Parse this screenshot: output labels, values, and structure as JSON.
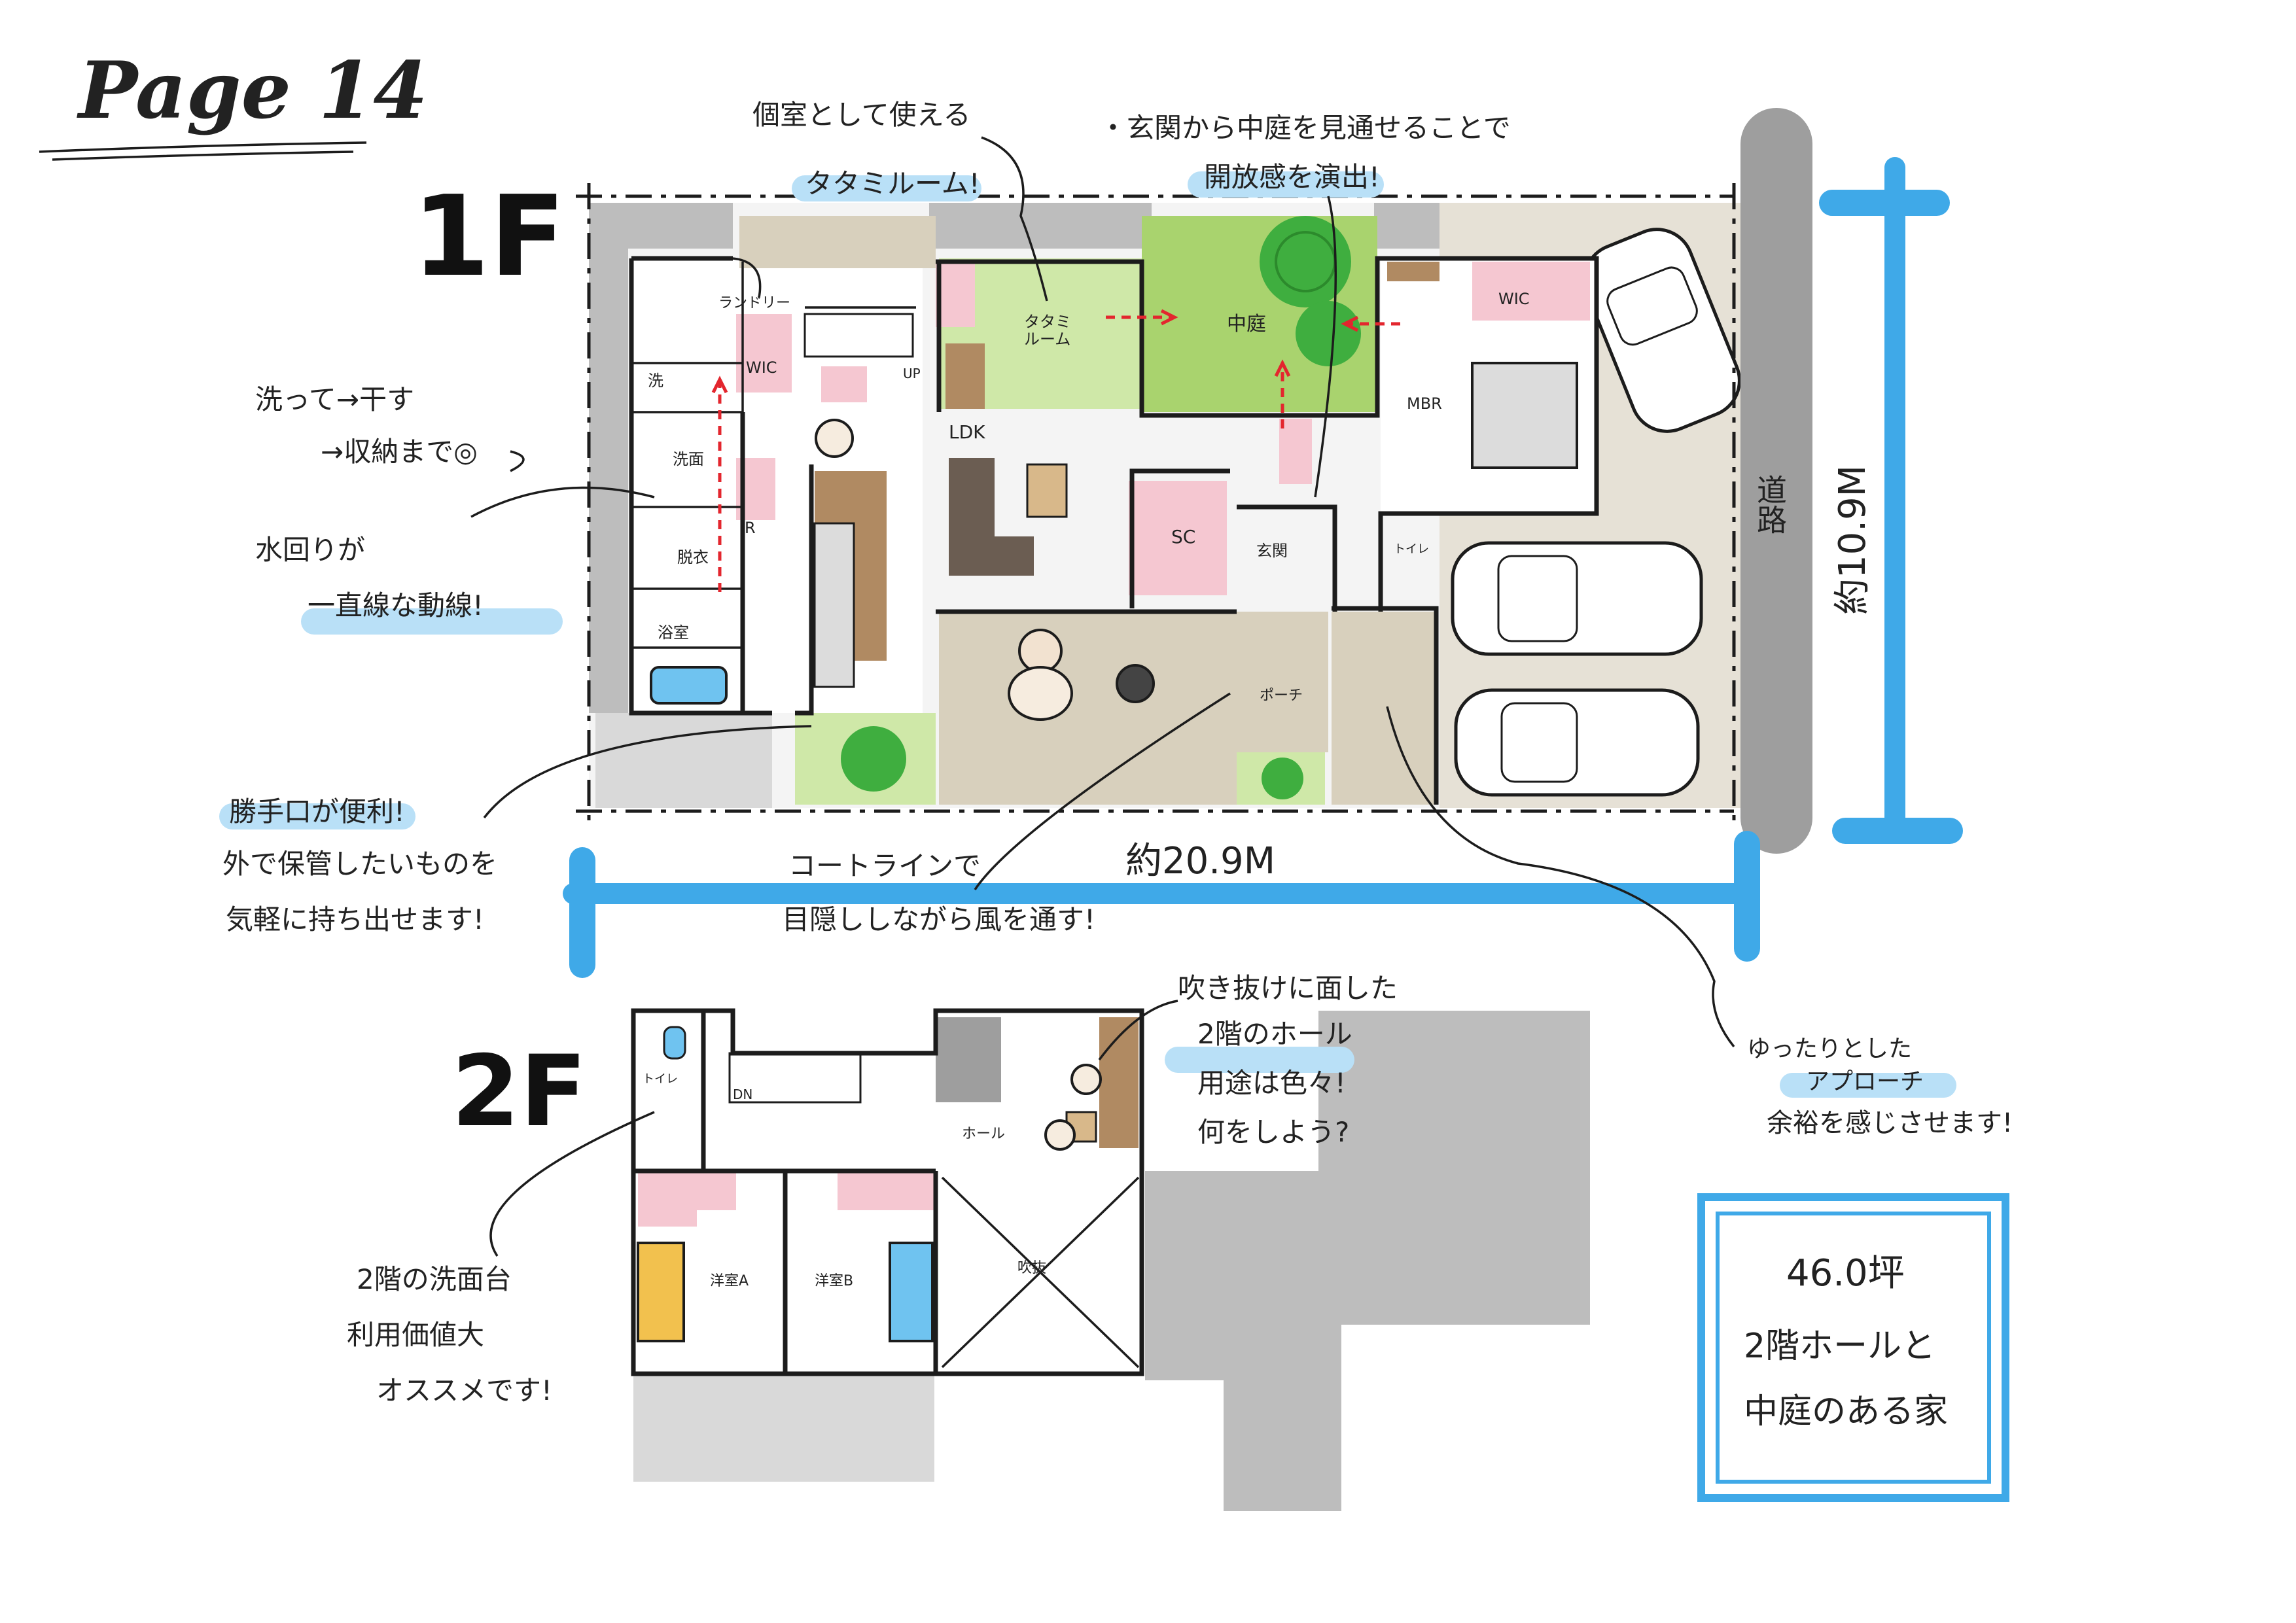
{
  "page": {
    "title": "Page 14"
  },
  "floors": {
    "first": "1F",
    "second": "2F"
  },
  "rooms_1f": {
    "laundry_line": "ランドリー",
    "wash": "洗",
    "wic_left": "WIC",
    "up": "UP",
    "tatami": "タタミ\nルーム",
    "courtyard": "中庭",
    "wic_right": "WIC",
    "mbr": "MBR",
    "ldk": "LDK",
    "washroom": "洗面",
    "fridge": "R",
    "dressing": "脱衣",
    "bath": "浴室",
    "sc": "SC",
    "entrance": "玄関",
    "toilet": "トイレ",
    "porch": "ポーチ"
  },
  "rooms_2f": {
    "toilet": "トイレ",
    "down": "DN",
    "hall": "ホール",
    "room_a": "洋室A",
    "room_b": "洋室B",
    "void": "吹抜"
  },
  "callouts": {
    "tatami_note": {
      "line1": "個室として使える",
      "line2": "タタミルーム!"
    },
    "courtyard_note": {
      "line1": "・玄関から中庭を見通せることで",
      "line2": "開放感を演出!"
    },
    "laundry_note": {
      "line1": "洗って→干す",
      "line2": "→収納まで◎"
    },
    "water_note": {
      "line1": "水回りが",
      "line2": "一直線な動線!"
    },
    "kitchen_door_note": {
      "line1": "勝手口が便利!",
      "line2": "外で保管したいものを",
      "line3": "気軽に持ち出せます!"
    },
    "court_line_note": {
      "line1": "コートラインで",
      "line2": "目隠ししながら風を通す!"
    },
    "approach_note": {
      "line1": "ゆったりとした",
      "line2": "アプローチ",
      "line3": "余裕を感じさせます!"
    },
    "hall_note": {
      "line1": "吹き抜けに面した",
      "line2": "2階のホール",
      "line3": "用途は色々!",
      "line4": "何をしよう?"
    },
    "sink2f_note": {
      "line1": "2階の洗面台",
      "line2": "利用価値大",
      "line3": "オススメです!"
    }
  },
  "dimensions": {
    "width": "約20.9M",
    "depth": "約10.9M",
    "road": "道路"
  },
  "summary": {
    "area": "46.0坪",
    "line2": "2階ホールと",
    "line3": "中庭のある家"
  },
  "colors": {
    "ink": "#1c1c1c",
    "wall_gray": "#bdbdbd",
    "wood_deck": "#d8d0bd",
    "grass": "#a9d36e",
    "tree": "#3fae3f",
    "storage_pink": "#f5c7d1",
    "accent_blue": "#3fa9e8",
    "road_gray": "#9e9e9e",
    "arrow_red": "#e3262e",
    "floor_brown": "#b08a62"
  }
}
